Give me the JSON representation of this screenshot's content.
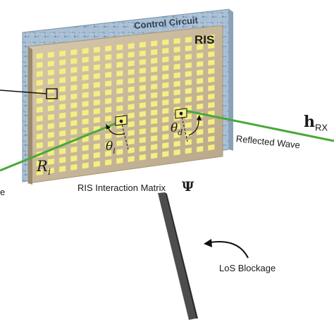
{
  "labels": {
    "control_circuit": "Control Circuit",
    "ris": "RIS",
    "angle_incident": "θi",
    "angle_departure": "θd",
    "reflection_coeff": "Ri",
    "interaction_matrix": "RIS Interaction Matrix",
    "interaction_symbol": "Ψ",
    "channel_rx": "hRX",
    "reflected_wave": "Reflected Wave",
    "incident_wave_fragment": "e",
    "los_blockage": "LoS Blockage"
  },
  "colors": {
    "wave": "#49a838",
    "element": "#f4ee86",
    "substrate": "#c9b79b",
    "pcb": "#9db4cb",
    "blockage": "#4d4d4d",
    "text": "#1a1a1a"
  }
}
